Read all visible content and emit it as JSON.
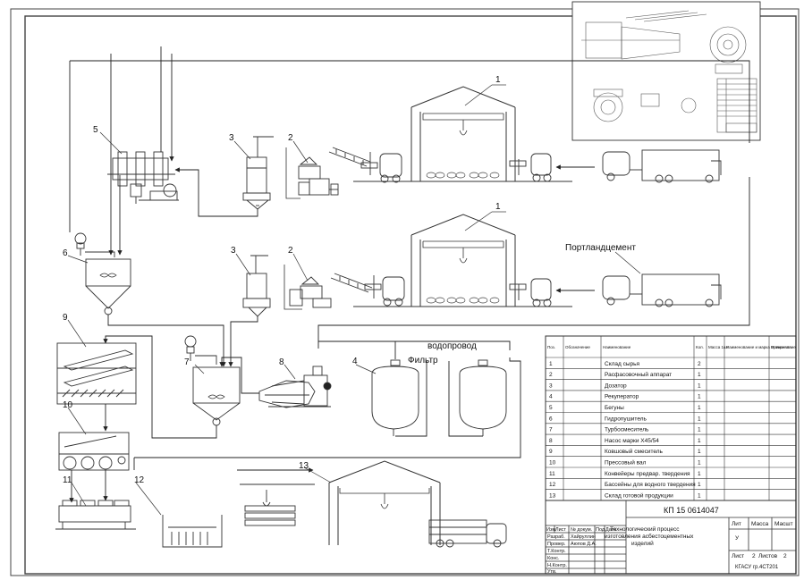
{
  "callouts": {
    "n1": "1",
    "n1b": "1",
    "n2": "2",
    "n2b": "2",
    "n3": "3",
    "n3b": "3",
    "n4": "4",
    "n5": "5",
    "n6": "6",
    "n7": "7",
    "n8": "8",
    "n9": "9",
    "n10": "10",
    "n11": "11",
    "n12": "12",
    "n13": "13"
  },
  "labels": {
    "cement": "Портландцемент",
    "water": "водопровод",
    "filter": "Фильтр"
  },
  "spec_table": {
    "headers": [
      "Поз.",
      "Обозначение",
      "Наименование",
      "Кол.",
      "Масса 1шт",
      "Наименование и марка материала",
      "Приме-чание"
    ],
    "rows": [
      {
        "pos": "1",
        "name": "Склад сырья",
        "qty": "2"
      },
      {
        "pos": "2",
        "name": "Расфасовочный аппарат",
        "qty": "1"
      },
      {
        "pos": "3",
        "name": "Дозатор",
        "qty": "1"
      },
      {
        "pos": "4",
        "name": "Рекуператор",
        "qty": "1"
      },
      {
        "pos": "5",
        "name": "Бегуны",
        "qty": "1"
      },
      {
        "pos": "6",
        "name": "Гидропушитель",
        "qty": "1"
      },
      {
        "pos": "7",
        "name": "Турбосмеситель",
        "qty": "1"
      },
      {
        "pos": "8",
        "name": "Насос марки Х45/54",
        "qty": "1"
      },
      {
        "pos": "9",
        "name": "Ковшовый смеситель",
        "qty": "1"
      },
      {
        "pos": "10",
        "name": "Прессовый вал",
        "qty": "1"
      },
      {
        "pos": "11",
        "name": "Конвейеры предвар. твердения",
        "qty": "1"
      },
      {
        "pos": "12",
        "name": "Бассейны для водного твердения",
        "qty": "1"
      },
      {
        "pos": "13",
        "name": "Склад готовой продукции",
        "qty": "1"
      }
    ]
  },
  "title_block": {
    "doc_code": "КП 15 0614047",
    "title_line1": "Технологический процесс",
    "title_line2": "изготовления асбестоцементных",
    "title_line3": "изделий",
    "lit_label": "Лит",
    "lit_value": "У",
    "mass_label": "Масса",
    "scale_label": "Масшт",
    "sheet_label": "Лист",
    "sheet_value": "2",
    "sheets_label": "Листов",
    "sheets_value": "2",
    "org": "КГАСУ гр.4СТ201",
    "hdr_izm": "Изм",
    "hdr_list": "Лист",
    "hdr_doc": "№ докум.",
    "hdr_sign": "Под",
    "hdr_date": "Дата",
    "role1": "Разраб.",
    "person1": "Хайруллин",
    "role2": "Провер.",
    "person2": "Аюпов Д.А.",
    "role3": "Т.Контр.",
    "role4": "Конс.",
    "role5": "Н.Контр.",
    "role6": "Утв."
  }
}
